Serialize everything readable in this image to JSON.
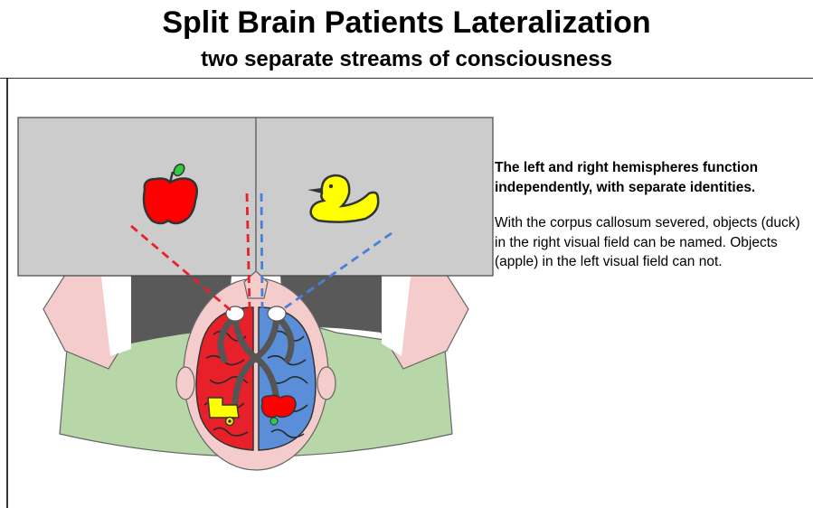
{
  "header": {
    "title": "Split Brain Patients Lateralization",
    "subtitle": "two separate streams of consciousness"
  },
  "description": {
    "heading": "The left and right hemispheres function independently, with separate identities.",
    "body": "With the corpus callosum severed, objects (duck) in the right visual field can be named. Objects (apple) in the left visual field can not."
  },
  "colors": {
    "left_gaze": "#e8202a",
    "right_gaze": "#4a7fd9",
    "left_hemisphere": "#e8202a",
    "right_hemisphere": "#5b8ed8",
    "duck": "#ffff00",
    "apple": "#ff0000",
    "screen": "#cccccc",
    "body": "#b7d7a8",
    "arms": "#f4cccc"
  },
  "icons": [
    "apple-icon",
    "duck-icon",
    "brain-icon",
    "eye-icon"
  ]
}
